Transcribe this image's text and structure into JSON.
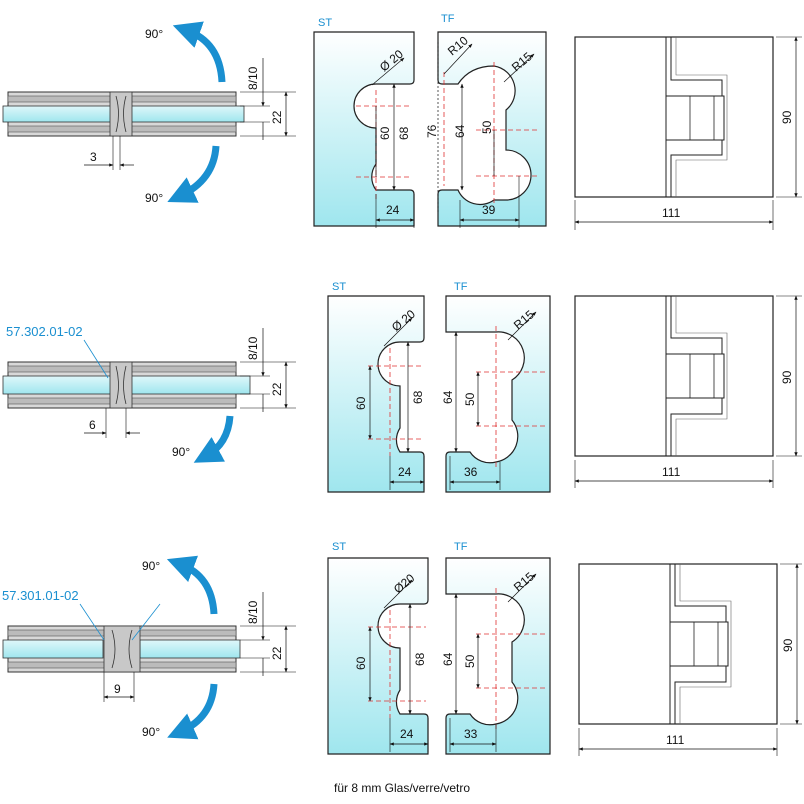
{
  "colors": {
    "blue": "#1a8fd0",
    "red": "#e03030",
    "glass_top": "#ffffff",
    "glass_bottom": "#9fe6ee",
    "line": "#222222"
  },
  "caption": "für 8 mm Glas/verre/vetro",
  "rows": [
    {
      "angle_top": "90°",
      "angle_bottom": "90°",
      "part_number": "",
      "dim_thickness": "8/10",
      "dim_width": "22",
      "dim_gap": "3",
      "st_label": "ST",
      "tf_label": "TF",
      "st_dia": "Ø 20",
      "st_h1": "60",
      "st_h2": "68",
      "st_w": "24",
      "tf_r_small": "R10",
      "tf_r": "R15",
      "tf_h1": "76",
      "tf_h2": "64",
      "tf_h3": "50",
      "tf_w": "39",
      "hinge_w": "111",
      "hinge_h": "90"
    },
    {
      "angle_top": "",
      "angle_bottom": "90°",
      "part_number": "57.302.01-02",
      "dim_thickness": "8/10",
      "dim_width": "22",
      "dim_gap": "6",
      "st_label": "ST",
      "tf_label": "TF",
      "st_dia": "Ø 20",
      "st_h1": "60",
      "st_h2": "68",
      "st_w": "24",
      "tf_r_small": "",
      "tf_r": "R15",
      "tf_h1": "",
      "tf_h2": "64",
      "tf_h3": "50",
      "tf_w": "36",
      "hinge_w": "111",
      "hinge_h": "90"
    },
    {
      "angle_top": "90°",
      "angle_bottom": "90°",
      "part_number": "57.301.01-02",
      "dim_thickness": "8/10",
      "dim_width": "22",
      "dim_gap": "9",
      "st_label": "ST",
      "tf_label": "TF",
      "st_dia": "Ø20",
      "st_h1": "60",
      "st_h2": "68",
      "st_w": "24",
      "tf_r_small": "",
      "tf_r": "R15",
      "tf_h1": "",
      "tf_h2": "64",
      "tf_h3": "50",
      "tf_w": "33",
      "hinge_w": "111",
      "hinge_h": "90"
    }
  ]
}
